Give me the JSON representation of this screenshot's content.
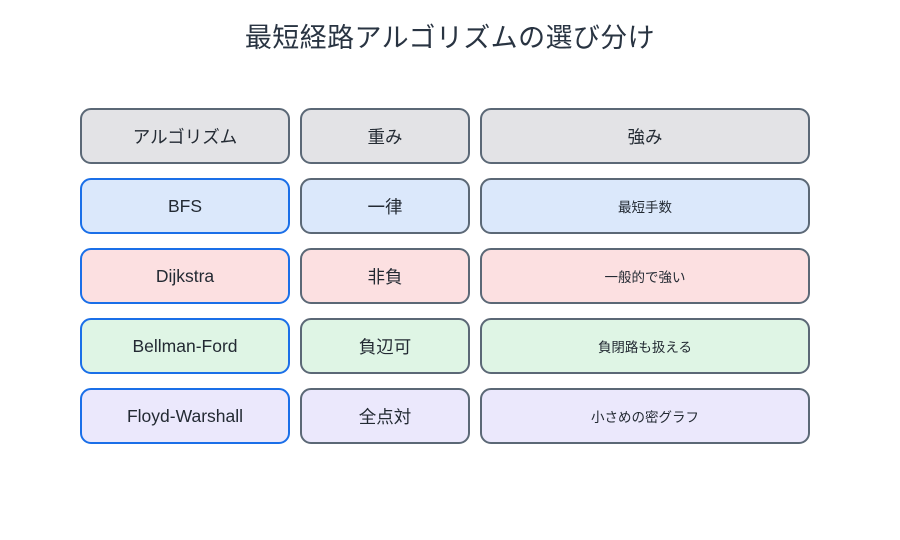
{
  "title": "最短経路アルゴリズムの選び分け",
  "table": {
    "headers": {
      "algorithm": "アルゴリズム",
      "weight": "重み",
      "strength": "強み"
    },
    "rows": [
      {
        "algorithm": "BFS",
        "weight": "一律",
        "strength": "最短手数",
        "fill": "#dbe8fb",
        "accent_border": "#1a6fe8"
      },
      {
        "algorithm": "Dijkstra",
        "weight": "非負",
        "strength": "一般的で強い",
        "fill": "#fce0e1",
        "accent_border": "#1a6fe8"
      },
      {
        "algorithm": "Bellman-Ford",
        "weight": "負辺可",
        "strength": "負閉路も扱える",
        "fill": "#dff5e5",
        "accent_border": "#1a6fe8"
      },
      {
        "algorithm": "Floyd-Warshall",
        "weight": "全点対",
        "strength": "小さめの密グラフ",
        "fill": "#ebe8fc",
        "accent_border": "#1a6fe8"
      }
    ],
    "header_fill": "#e3e3e6",
    "default_border": "#5b6876",
    "text_color": "#232a33"
  }
}
